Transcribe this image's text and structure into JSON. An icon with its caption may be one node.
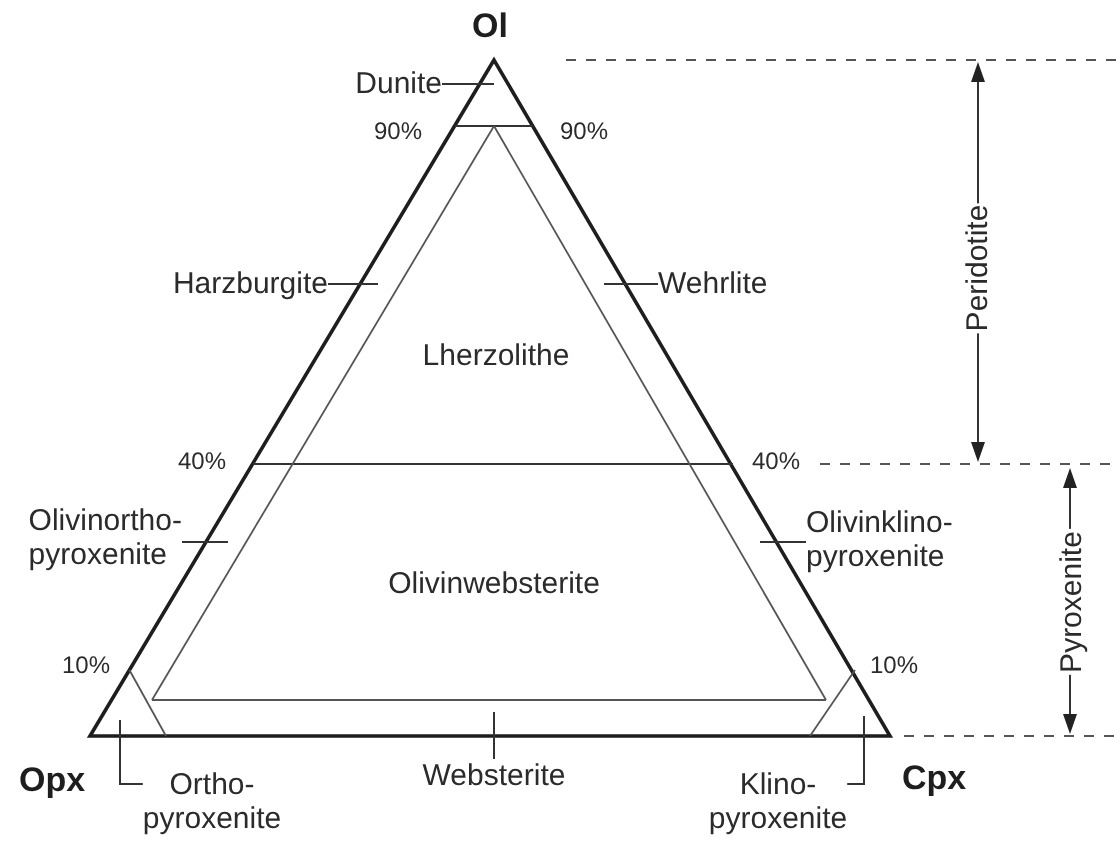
{
  "diagram": {
    "nodes": [
      {
        "text": [
          "Dunite"
        ]
      },
      {
        "text": [
          "Harzburgite"
        ]
      },
      {
        "text": [
          "Wehrlite"
        ]
      },
      {
        "text": [
          "Olivinortho- pyroxenite"
        ]
      },
      {
        "text": [
          "Olivinklino- pyroxenite"
        ]
      },
      {
        "text": [
          "Ortho- pyroxenite"
        ]
      },
      {
        "text": [
          "Websterite"
        ]
      },
      {
        "text": [
          "Klino- pyroxenite"
        ]
      }
    ],
    "edges": [
      {
        "from": 0,
        "to": null,
        "arrow": "none"
      },
      {
        "from": 1,
        "to": null,
        "arrow": "none"
      },
      {
        "from": 2,
        "to": null,
        "arrow": "none"
      },
      {
        "from": 3,
        "to": null,
        "arrow": "none"
      },
      {
        "from": 4,
        "to": null,
        "arrow": "none"
      },
      {
        "from": 5,
        "to": null,
        "arrow": "none"
      },
      {
        "from": 6,
        "to": null,
        "arrow": "none"
      },
      {
        "from": 7,
        "to": null,
        "arrow": "none"
      }
    ],
    "labels": [
      "Ol",
      "90%",
      "90%",
      "Peridotite",
      "Lherzolithe",
      "40%",
      "40%",
      "Olivinwebsterite",
      "Pyroxenite",
      "10%",
      "10%",
      "Opx",
      "Cpx"
    ]
  }
}
